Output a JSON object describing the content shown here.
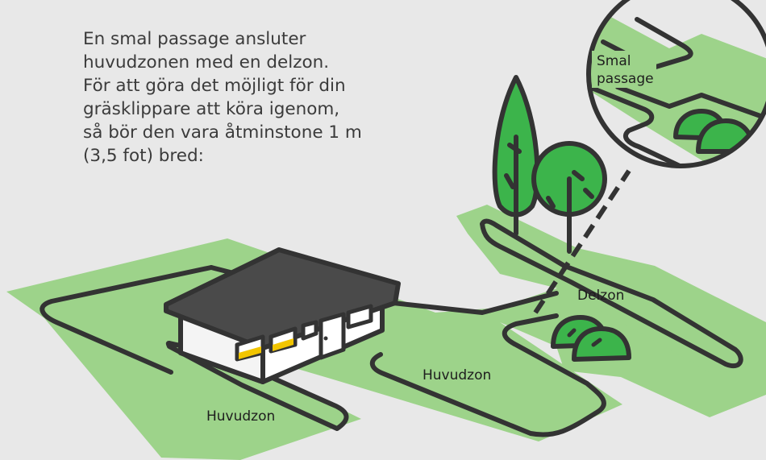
{
  "intro_lines": [
    "En smal passage ansluter",
    "huvudzonen med en delzon.",
    "För att göra det möjligt för din",
    "gräsklippare att köra igenom,",
    "så bör den vara åtminstone 1 m",
    "(3,5 fot) bred:"
  ],
  "labels": {
    "huvudzon_front": "Huvudzon",
    "huvudzon_middle": "Huvudzon",
    "delzon": "Delzon",
    "smal": "Smal",
    "passage": "passage"
  },
  "colors": {
    "background": "#e8e8e8",
    "lawn": "#9dd38a",
    "tree": "#3cb44b",
    "outline": "#333333",
    "window_accent": "#f2c500",
    "roof": "#4a4a4a"
  }
}
